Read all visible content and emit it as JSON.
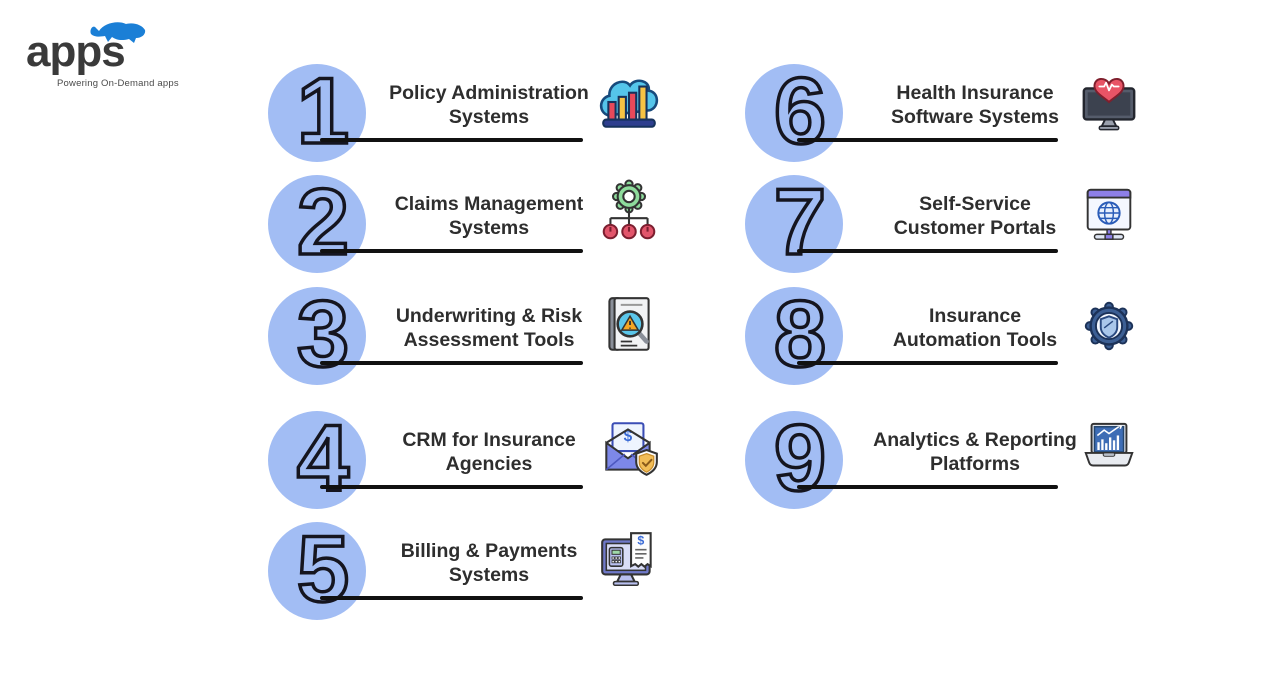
{
  "logo": {
    "name": "apps",
    "tagline": "Powering On-Demand apps",
    "icon": "rhino-icon",
    "brand_color": "#1b7fd6",
    "text_color": "#3a3a3a"
  },
  "colors": {
    "background": "#ffffff",
    "number_circle": "#a2bdf4",
    "connector_line": "#111111",
    "title_text": "#2e2e2e"
  },
  "items": [
    {
      "number": "1",
      "label_lines": [
        "Policy Administration",
        "Systems"
      ],
      "icon": "cloud-bar-chart-icon"
    },
    {
      "number": "2",
      "label_lines": [
        "Claims Management",
        "Systems"
      ],
      "icon": "gear-workflow-icon"
    },
    {
      "number": "3",
      "label_lines": [
        "Underwriting & Risk",
        "Assessment Tools"
      ],
      "icon": "risk-document-magnifier-icon"
    },
    {
      "number": "4",
      "label_lines": [
        "CRM for Insurance",
        "Agencies"
      ],
      "icon": "envelope-dollar-shield-icon"
    },
    {
      "number": "5",
      "label_lines": [
        "Billing & Payments",
        "Systems"
      ],
      "icon": "billing-monitor-receipt-icon"
    },
    {
      "number": "6",
      "label_lines": [
        "Health Insurance",
        "Software Systems"
      ],
      "icon": "heart-monitor-icon"
    },
    {
      "number": "7",
      "label_lines": [
        "Self-Service",
        "Customer Portals"
      ],
      "icon": "browser-globe-icon"
    },
    {
      "number": "8",
      "label_lines": [
        "Insurance",
        "Automation Tools"
      ],
      "icon": "gear-shield-icon"
    },
    {
      "number": "9",
      "label_lines": [
        "Analytics & Reporting",
        "Platforms"
      ],
      "icon": "laptop-analytics-icon"
    }
  ]
}
